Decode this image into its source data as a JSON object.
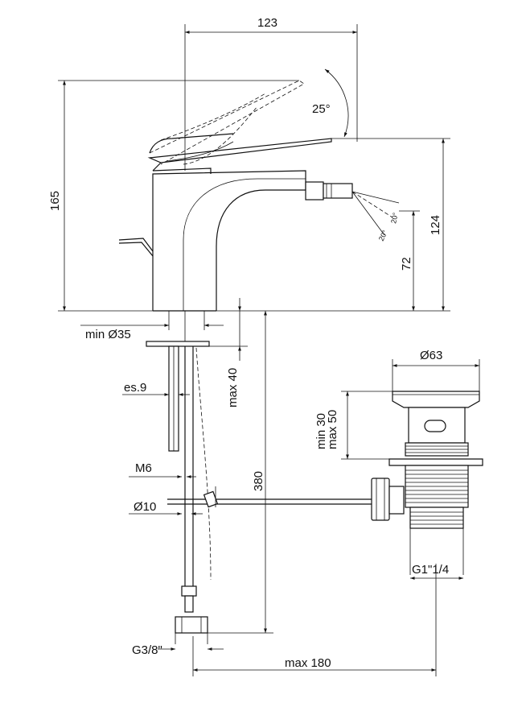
{
  "dimensions": {
    "width_123": "123",
    "height_165": "165",
    "angle_25": "25°",
    "angle_20_left": "20°",
    "angle_20_right": "20°",
    "height_124": "124",
    "height_72": "72",
    "min_d35": "min Ø35",
    "max_40": "max 40",
    "es_9": "es.9",
    "m6": "M6",
    "d10": "Ø10",
    "len_380": "380",
    "g3_8": "G3/8\"",
    "max_180": "max 180",
    "d63": "Ø63",
    "min_30": "min 30",
    "max_50": "max 50",
    "g1_1_4": "G1\"1/4"
  }
}
